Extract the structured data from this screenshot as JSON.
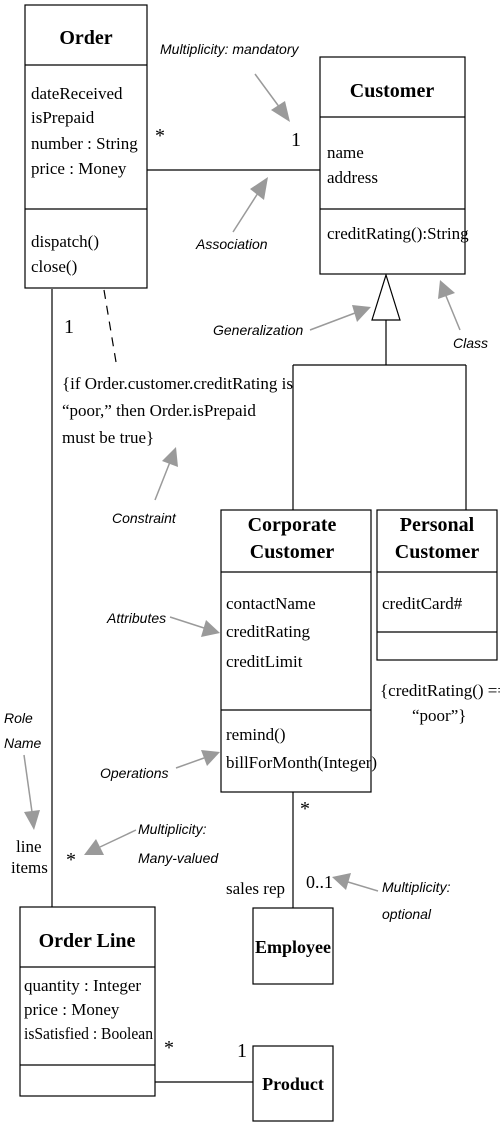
{
  "classes": {
    "order": {
      "name": "Order",
      "attributes": [
        "dateReceived",
        "isPrepaid",
        "number : String",
        "price : Money"
      ],
      "operations": [
        "dispatch()",
        "close()"
      ]
    },
    "customer": {
      "name": "Customer",
      "attributes": [
        "name",
        "address"
      ],
      "operations": [
        "creditRating():String"
      ]
    },
    "corporate_customer": {
      "name_line1": "Corporate",
      "name_line2": "Customer",
      "attributes": [
        "contactName",
        "creditRating",
        "creditLimit"
      ],
      "operations": [
        "remind()",
        "billForMonth(Integer)"
      ]
    },
    "personal_customer": {
      "name_line1": "Personal",
      "name_line2": "Customer",
      "attributes": [
        "creditCard#"
      ],
      "operations": []
    },
    "order_line": {
      "name": "Order Line",
      "attributes": [
        "quantity : Integer",
        "price : Money",
        "isSatisfied : Boolean"
      ],
      "operations": []
    },
    "employee": {
      "name": "Employee"
    },
    "product": {
      "name": "Product"
    }
  },
  "multiplicities": {
    "order_customer_order_end": "*",
    "order_customer_customer_end": "1",
    "order_orderline_order_end": "1",
    "order_orderline_line_end": "*",
    "corporate_employee_corporate_end": "*",
    "corporate_employee_employee_end": "0..1",
    "orderline_product_line_end": "*",
    "orderline_product_product_end": "1"
  },
  "role_names": {
    "line_items_1": "line",
    "line_items_2": "items",
    "sales_rep": "sales rep"
  },
  "constraints": {
    "order_constraint": [
      "{if Order.customer.creditRating is",
      "“poor,” then Order.isPrepaid",
      "must be true}"
    ],
    "personal_constraint": [
      "{creditRating() ==",
      "“poor”}"
    ]
  },
  "annotations": {
    "multiplicity_mandatory": "Multiplicity: mandatory",
    "association": "Association",
    "generalization": "Generalization",
    "class": "Class",
    "constraint": "Constraint",
    "attributes": "Attributes",
    "operations": "Operations",
    "role_name_1": "Role",
    "role_name_2": "Name",
    "multiplicity_many_1": "Multiplicity:",
    "multiplicity_many_2": "Many-valued",
    "multiplicity_optional_1": "Multiplicity:",
    "multiplicity_optional_2": "optional"
  },
  "colors": {
    "line": "#000000",
    "annotation_arrow": "#9a9a9a",
    "background": "#ffffff"
  }
}
